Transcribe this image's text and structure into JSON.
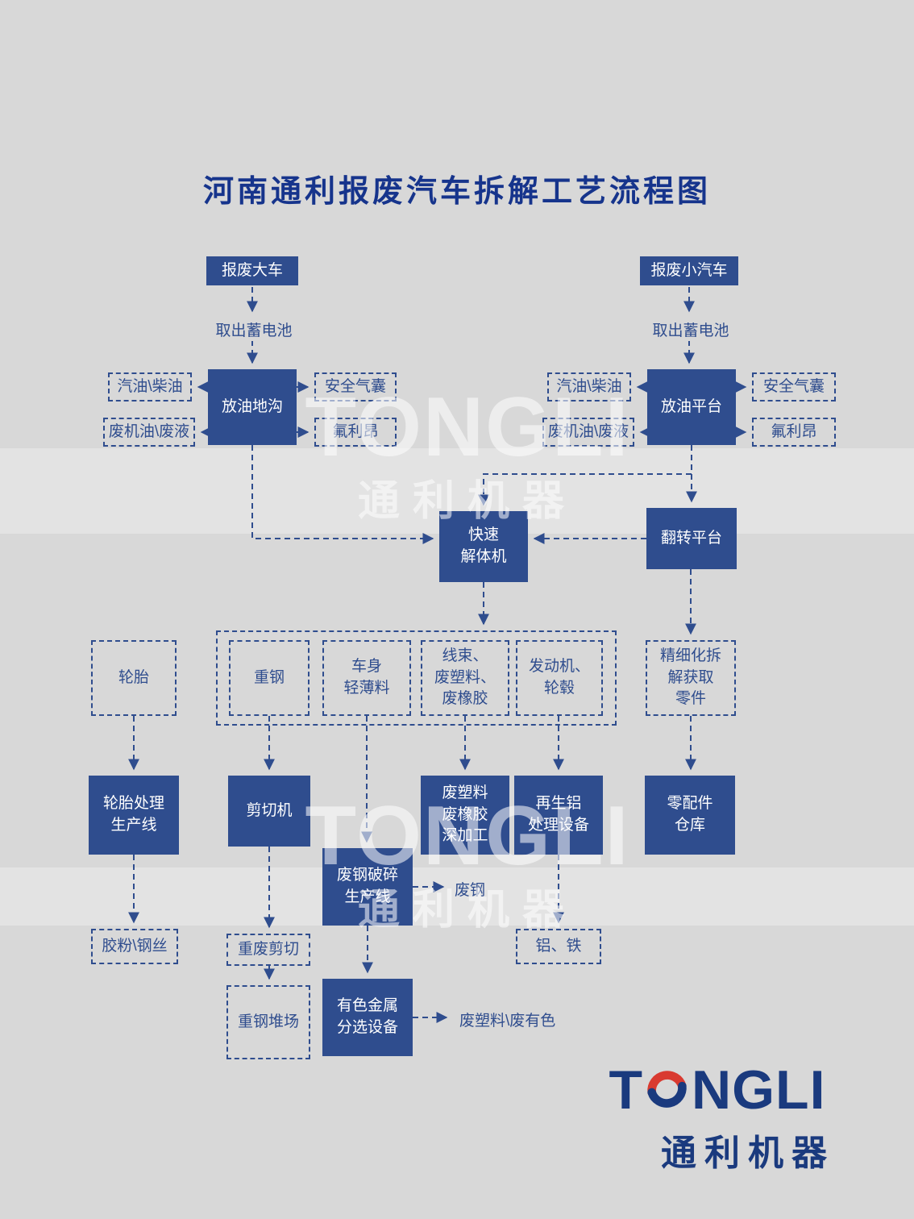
{
  "title": "河南通利报废汽车拆解工艺流程图",
  "colors": {
    "background": "#d8d8d8",
    "box_blue": "#2f4d8e",
    "title_blue": "#16348c",
    "logo_navy": "#1a3a7e",
    "logo_red": "#d93a30",
    "box_text_white": "#ffffff"
  },
  "flow": {
    "scrap_truck": "报废大车",
    "scrap_car": "报废小汽车",
    "battery_left": "取出蓄电池",
    "battery_right": "取出蓄电池",
    "oil_pit": "放油地沟",
    "oil_platform": "放油平台",
    "fuel_left": "汽油\\柴油",
    "fuel_right": "汽油\\柴油",
    "waste_oil_left": "废机油\\废液",
    "waste_oil_right": "废机油\\废液",
    "airbag_left": "安全气囊",
    "airbag_right": "安全气囊",
    "freon_left": "氟利昂",
    "freon_right": "氟利昂",
    "rapid_dismantler": "快速\n解体机",
    "flip_platform": "翻转平台",
    "tire": "轮胎",
    "heavy_steel": "重钢",
    "body_light_material": "车身\n轻薄料",
    "wire_plastic_rubber": "线束、\n废塑料、\n废橡胶",
    "engine_wheel_hub": "发动机、\n轮毂",
    "fine_dismantling": "精细化拆\n解获取\n零件",
    "tire_processing_line": "轮胎处理\n生产线",
    "shearing_machine": "剪切机",
    "plastic_rubber_processing": "废塑料\n废橡胶\n深加工",
    "recycled_aluminum_equipment": "再生铝\n处理设备",
    "parts_warehouse": "零配件\n仓库",
    "steel_crushing_line": "废钢破碎\n生产线",
    "scrap_steel": "废钢",
    "rubber_powder_wire": "胶粉\\钢丝",
    "heavy_scrap_shearing": "重废剪切",
    "heavy_steel_yard": "重钢堆场",
    "nonferrous_sorting_equipment": "有色金属\n分选设备",
    "waste_plastic_nonferrous": "废塑料\\废有色",
    "aluminum_iron": "铝、铁"
  },
  "watermark": {
    "line1": "TONGLI",
    "line2": "通利机器"
  },
  "logo": {
    "en_left": "T",
    "en_right": "NGLI",
    "cn": "通利机器"
  }
}
